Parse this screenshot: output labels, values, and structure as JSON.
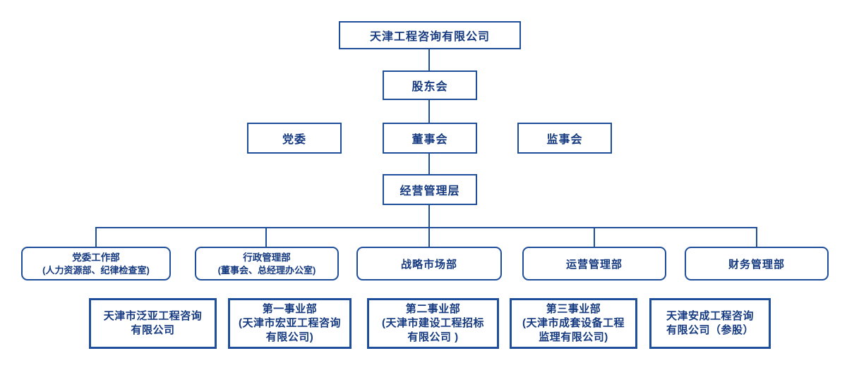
{
  "colors": {
    "line": "#1F4E9B",
    "text": "#153A80",
    "background": "#FFFFFF"
  },
  "org": {
    "root": {
      "label": "天津工程咨询有限公司"
    },
    "shareholders": {
      "label": "股东会"
    },
    "governance": [
      {
        "label": "党委"
      },
      {
        "label": "董事会"
      },
      {
        "label": "监事会"
      }
    ],
    "management": {
      "label": "经营管理层"
    },
    "departments": [
      {
        "line1": "党委工作部",
        "line2": "(人力资源部、纪律检查室)"
      },
      {
        "line1": "行政管理部",
        "line2": "(董事会、总经理办公室)"
      },
      {
        "line1": "战略市场部"
      },
      {
        "line1": "运营管理部"
      },
      {
        "line1": "财务管理部"
      }
    ],
    "subsidiaries": [
      {
        "lines": [
          "天津市泛亚工程咨询",
          "有限公司"
        ]
      },
      {
        "lines": [
          "第一事业部",
          "(天津市宏亚工程咨询",
          "有限公司)"
        ]
      },
      {
        "lines": [
          "第二事业部",
          "(天津市建设工程招标",
          "有限公司 )"
        ]
      },
      {
        "lines": [
          "第三事业部",
          "(天津市成套设备工程",
          "监理有限公司)"
        ]
      },
      {
        "lines": [
          "天津安成工程咨询",
          "有限公司（参股）"
        ]
      }
    ]
  }
}
